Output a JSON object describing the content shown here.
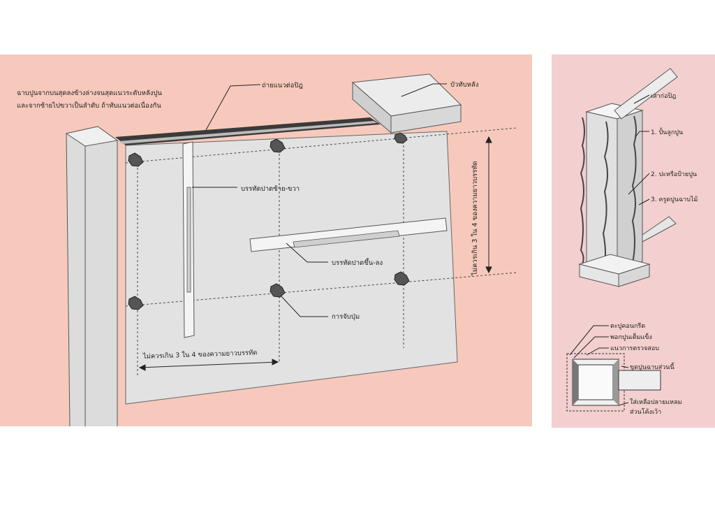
{
  "left": {
    "note_line1": "ฉาบปูนจากบนสุดลงข้างล่างจนสุดแนวระดับหลังปูน",
    "note_line2": "และจากซ้ายไปขวาเป็นลำดับ ถ้าทับแนวต่อเนื่องกัน",
    "label_top_post": "ถ่ายแนวต่อปิฎ",
    "label_beam": "บัวทับหลัง",
    "label_vertical_rule": "บรรทัดปาดซ้าย-ขวา",
    "label_horizontal_rule": "บรรทัดปาดขึ้น-ลง",
    "label_plaster_spot": "การจับปุ่ม",
    "dim_horizontal": "ไม่ควรเกิน 3 ใน 4 ของความยาวบรรทัด",
    "dim_vertical": "ไม่ควรเกิน 3 ใน 4 ของความยาวบรรทัด"
  },
  "right": {
    "label_post": "เสาก่อปิฎ",
    "label_step1": "1. ปั้นลูกปูน",
    "label_step2": "2. ปะหรือป้ายปูน",
    "label_step3": "3. ครูดปูนฉาบไม้",
    "detail_label1": "ตะปูคอนกรีต",
    "detail_label2": "พอกปูนเต็มแข็ง",
    "detail_label3": "แนวการตรวจสอบ",
    "detail_label4": "ขูดปูนฉาบส่วนนี้",
    "detail_label5": "ใส่เหลือปลายแหลม",
    "detail_label6": "ส่วนโค้งเว้า"
  },
  "colors": {
    "left_bg": "#f7c9bc",
    "right_bg": "#f3cfcf",
    "wall": "#e3e3e3",
    "wall_edge": "#555555"
  }
}
